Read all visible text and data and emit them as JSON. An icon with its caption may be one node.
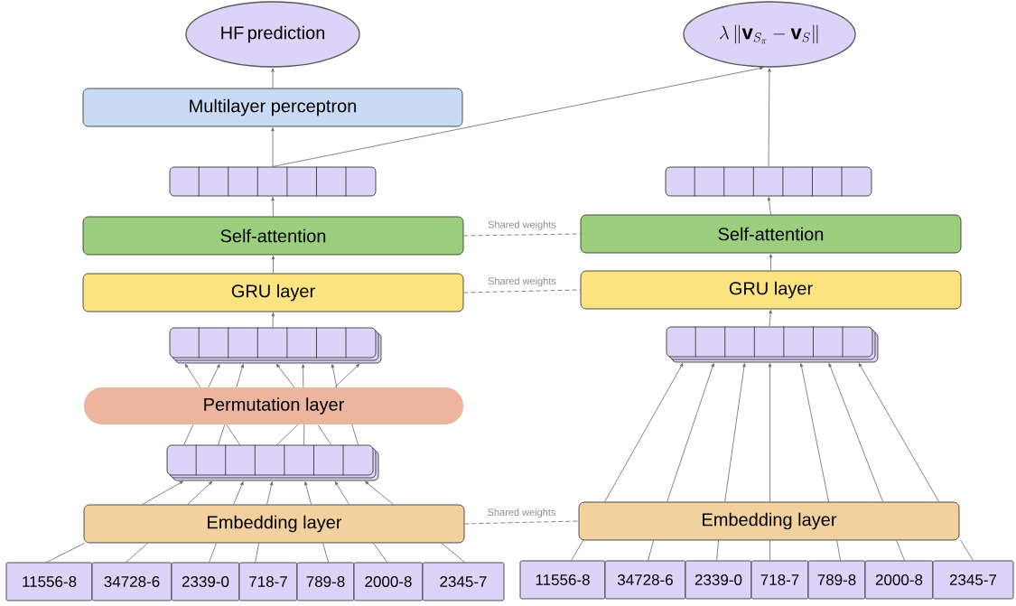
{
  "diagram": {
    "nodes": [
      {
        "text": [
          "HF prediction"
        ]
      },
      {
        "text": [
          "\\lambda \\left\\|\\mathbf{v}_{S_\\pi} - \\mathbf{v}_S\\right\\|"
        ]
      },
      {
        "text": [
          "Multilayer perceptron"
        ]
      },
      {
        "text": [],
        "shape": "bar"
      },
      {
        "text": [],
        "shape": "bar"
      },
      {
        "text": [
          "Self-attention"
        ]
      },
      {
        "text": [
          "Self-attention"
        ]
      },
      {
        "text": [
          "GRU layer"
        ]
      },
      {
        "text": [
          "GRU layer"
        ]
      },
      {
        "text": [],
        "shape": "bar"
      },
      {
        "text": [],
        "shape": "bar"
      },
      {
        "text": [
          "Permutation layer"
        ]
      },
      {
        "text": [],
        "shape": "bar"
      },
      {
        "text": [
          "Embedding layer"
        ]
      },
      {
        "text": [
          "Embedding layer"
        ]
      },
      {
        "text": [
          "11556-8"
        ]
      },
      {
        "text": [
          "34728-6"
        ]
      },
      {
        "text": [
          "2339-0"
        ]
      },
      {
        "text": [
          "718-7"
        ]
      },
      {
        "text": [
          "789-8"
        ]
      },
      {
        "text": [
          "2000-8"
        ]
      },
      {
        "text": [
          "2345-7"
        ]
      },
      {
        "text": [
          "11556-8"
        ]
      },
      {
        "text": [
          "34728-6"
        ]
      },
      {
        "text": [
          "2339-0"
        ]
      },
      {
        "text": [
          "718-7"
        ]
      },
      {
        "text": [
          "789-8"
        ]
      },
      {
        "text": [
          "2000-8"
        ]
      },
      {
        "text": [
          "2345-7"
        ]
      }
    ],
    "edges": [
      {
        "from": 2,
        "to": 0,
        "arrow": "to"
      },
      {
        "from": 3,
        "to": 2,
        "arrow": "to"
      },
      {
        "from": 3,
        "to": 1,
        "arrow": "to"
      },
      {
        "from": 4,
        "to": 1,
        "arrow": "to"
      },
      {
        "from": 5,
        "to": 3,
        "arrow": "to"
      },
      {
        "from": 6,
        "to": 4,
        "arrow": "to"
      },
      {
        "from": 7,
        "to": 5,
        "arrow": "to"
      },
      {
        "from": 8,
        "to": 6,
        "arrow": "to"
      },
      {
        "from": 9,
        "to": 7,
        "arrow": "to"
      },
      {
        "from": 10,
        "to": 8,
        "arrow": "to"
      },
      {
        "from": 11,
        "to": 9,
        "arrow": "to"
      },
      {
        "from": 11,
        "to": 9,
        "arrow": "to"
      },
      {
        "from": 11,
        "to": 9,
        "arrow": "to"
      },
      {
        "from": 11,
        "to": 9,
        "arrow": "to"
      },
      {
        "from": 11,
        "to": 9,
        "arrow": "to"
      },
      {
        "from": 11,
        "to": 9,
        "arrow": "to"
      },
      {
        "from": 11,
        "to": 9,
        "arrow": "to"
      },
      {
        "from": 12,
        "to": 11,
        "arrow": "none"
      },
      {
        "from": 12,
        "to": 11,
        "arrow": "none"
      },
      {
        "from": 12,
        "to": 11,
        "arrow": "none"
      },
      {
        "from": 12,
        "to": 11,
        "arrow": "none"
      },
      {
        "from": 12,
        "to": 11,
        "arrow": "none"
      },
      {
        "from": 12,
        "to": 11,
        "arrow": "none"
      },
      {
        "from": 12,
        "to": 11,
        "arrow": "none"
      },
      {
        "from": 13,
        "to": 12,
        "arrow": "to"
      },
      {
        "from": 13,
        "to": 12,
        "arrow": "to"
      },
      {
        "from": 13,
        "to": 12,
        "arrow": "to"
      },
      {
        "from": 13,
        "to": 12,
        "arrow": "to"
      },
      {
        "from": 13,
        "to": 12,
        "arrow": "to"
      },
      {
        "from": 13,
        "to": 12,
        "arrow": "to"
      },
      {
        "from": 13,
        "to": 12,
        "arrow": "to"
      },
      {
        "from": 14,
        "to": 10,
        "arrow": "to"
      },
      {
        "from": 14,
        "to": 10,
        "arrow": "to"
      },
      {
        "from": 14,
        "to": 10,
        "arrow": "to"
      },
      {
        "from": 14,
        "to": 10,
        "arrow": "to"
      },
      {
        "from": 14,
        "to": 10,
        "arrow": "to"
      },
      {
        "from": 14,
        "to": 10,
        "arrow": "to"
      },
      {
        "from": 14,
        "to": 10,
        "arrow": "to"
      },
      {
        "from": 15,
        "to": 13,
        "arrow": "none"
      },
      {
        "from": 16,
        "to": 13,
        "arrow": "none"
      },
      {
        "from": 17,
        "to": 13,
        "arrow": "none"
      },
      {
        "from": 18,
        "to": 13,
        "arrow": "none"
      },
      {
        "from": 19,
        "to": 13,
        "arrow": "none"
      },
      {
        "from": 20,
        "to": 13,
        "arrow": "none"
      },
      {
        "from": 21,
        "to": 13,
        "arrow": "none"
      },
      {
        "from": 22,
        "to": 14,
        "arrow": "none"
      },
      {
        "from": 23,
        "to": 14,
        "arrow": "none"
      },
      {
        "from": 24,
        "to": 14,
        "arrow": "none"
      },
      {
        "from": 25,
        "to": 14,
        "arrow": "none"
      },
      {
        "from": 26,
        "to": 14,
        "arrow": "none"
      },
      {
        "from": 27,
        "to": 14,
        "arrow": "none"
      },
      {
        "from": 28,
        "to": 14,
        "arrow": "none"
      },
      {
        "from": 5,
        "to": 6,
        "arrow": "none",
        "style": "dashed",
        "label": "Shared weights"
      },
      {
        "from": 7,
        "to": 8,
        "arrow": "none",
        "style": "dashed",
        "label": "Shared weights"
      },
      {
        "from": 13,
        "to": 14,
        "arrow": "none",
        "style": "dashed",
        "label": "Shared weights"
      }
    ]
  }
}
